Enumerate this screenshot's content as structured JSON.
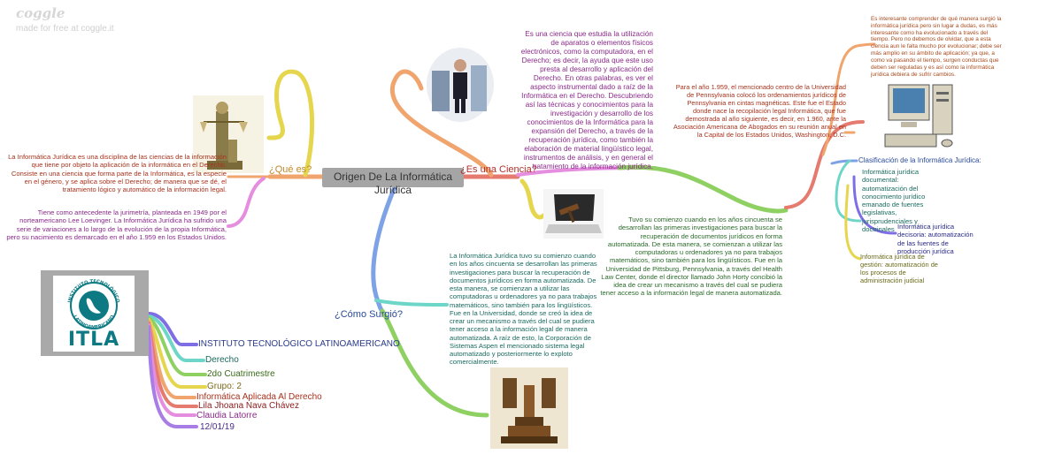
{
  "brand": {
    "name": "coggle",
    "tagline": "made for free at coggle.it"
  },
  "colors": {
    "orange": "#f0a46e",
    "yellow": "#e5d64d",
    "pink": "#e58ee0",
    "blue": "#7ea2e6",
    "green": "#8fd063",
    "red": "#e57a6e",
    "teal": "#6ed6c8",
    "purple": "#a87de6",
    "root": "#a5a5a5"
  },
  "root": {
    "label": "Origen De La Informática Jurídica"
  },
  "branches": {
    "que_es": "¿Qué es?",
    "que_es_text1": "La Informática Jurídica es una disciplina de las ciencias de la información que tiene por objeto la aplicación de la informática en el Derecho. Consiste en una ciencia que forma parte de la Informática, es la especie en el género, y se aplica sobre el Derecho; de manera que se dé, el tratamiento lógico y automático de la información legal.",
    "que_es_text2": "Tiene como antecedente la jurimetría, planteada en 1949 por el norteamericano Lee Loevinger. La Informática Jurídica ha sufrido una serie de variaciones a lo largo de la evolución de la propia Informática, pero su nacimiento es demarcado en el año 1.959 en los Estados Unidos.",
    "es_ciencia": "¿Es una Ciencia?",
    "es_ciencia_text": "Es una ciencia que estudia la utilización de aparatos o elementos físicos electrónicos, como la computadora, en el Derecho; es decir, la ayuda que este uso presta al desarrollo y aplicación del Derecho. En otras palabras, es ver el aspecto instrumental dado a raíz de la Informática en el Derecho. Descubriendo así las técnicas y conocimientos para la investigación y desarrollo de los conocimientos de la Informática para la expansión del Derecho, a través de la recuperación jurídica, como también la elaboración de material lingüístico legal, instrumentos de análisis, y en general el tratamiento de la información jurídica.",
    "tuvo_comienzo": "Tuvo su comienzo cuando en los años cincuenta se desarrollan las primeras investigaciones para buscar la recuperación de documentos jurídicos en forma automatizada. De esta manera, se comienzan a utilizar las computadoras u ordenadores ya no para trabajos matemáticos, sino también para los lingüísticos. Fue en la Universidad de Pittsburg, Pennsylvania, a través del Health Law Center, donde el director llamado John Horty concibió la idea de crear un mecanismo a través del cual se pudiera tener acceso a la información legal de manera automatizada.",
    "pennsylvania": "Para el año 1.959, el mencionado centro de la Universidad de Pennsylvania colocó los ordenamientos jurídicos de Pennsylvania en cintas magnéticas. Este fue el Estado donde nace la recopilación legal Informática, que fue demostrada al año siguiente, es decir, en 1.960, ante la Asociación Americana de Abogados en su reunión anual en la Capital de los Estados Unidos, Washington, D.C.",
    "interesante": "Es interesante comprender de qué manera surgió la informática jurídica pero sin lugar a dudas, es más interesante como ha evolucionado a través del tiempo. Pero no debemos de olvidar, que a esta ciencia aun le falta mucho por evolucionar; debe ser más amplio en su ámbito de aplicación; ya que, a como va pasando el tiempo, surgen conductas que deben ser reguladas y es así como la informática jurídica debiera de sufrir cambios.",
    "clasificacion": "Clasificación de la Informática Jurídica:",
    "documental": "Informática jurídica documental: automatización del conocimiento jurídico emanado de fuentes legislativas, jurisprudenciales y doctrinales",
    "decisoria": "Informática jurídica decisoria: automatización de las fuentes de producción jurídica",
    "gestion": "Informática jurídica de gestión: automatización de los procesos de administración judicial",
    "como_surgio": "¿Cómo Surgió?",
    "como_surgio_text": "La Informática Jurídica tuvo su comienzo cuando en los años cincuenta se desarrollan las primeras investigaciones para buscar la recuperación de documentos jurídicos en forma automatizada. De esta manera, se comienzan a utilizar las computadoras u ordenadores ya no para trabajos matemáticos, sino también para los lingüísticos. Fue en la Universidad, donde se creó la idea de crear un mecanismo a través del cual se pudiera tener acceso a la información legal de manera automatizada. A raíz de esto, la Corporación de Sistemas Aspen el mencionado sistema legal automatizado y posteriormente lo exploto comercialmente."
  },
  "logo": {
    "itla": "ITLA",
    "arc_top": "INSTITUTO TECNOLÓGICO",
    "arc_bottom": "LATINOAMERICANO"
  },
  "info": [
    "INSTITUTO TECNOLÓGICO LATINOAMERICANO",
    "Derecho",
    "2do Cuatrimestre",
    "Grupo: 2",
    "Informática Aplicada Al Derecho",
    "Lila Jhoana Nava Chávez",
    "Claudia Latorre",
    "12/01/19"
  ]
}
